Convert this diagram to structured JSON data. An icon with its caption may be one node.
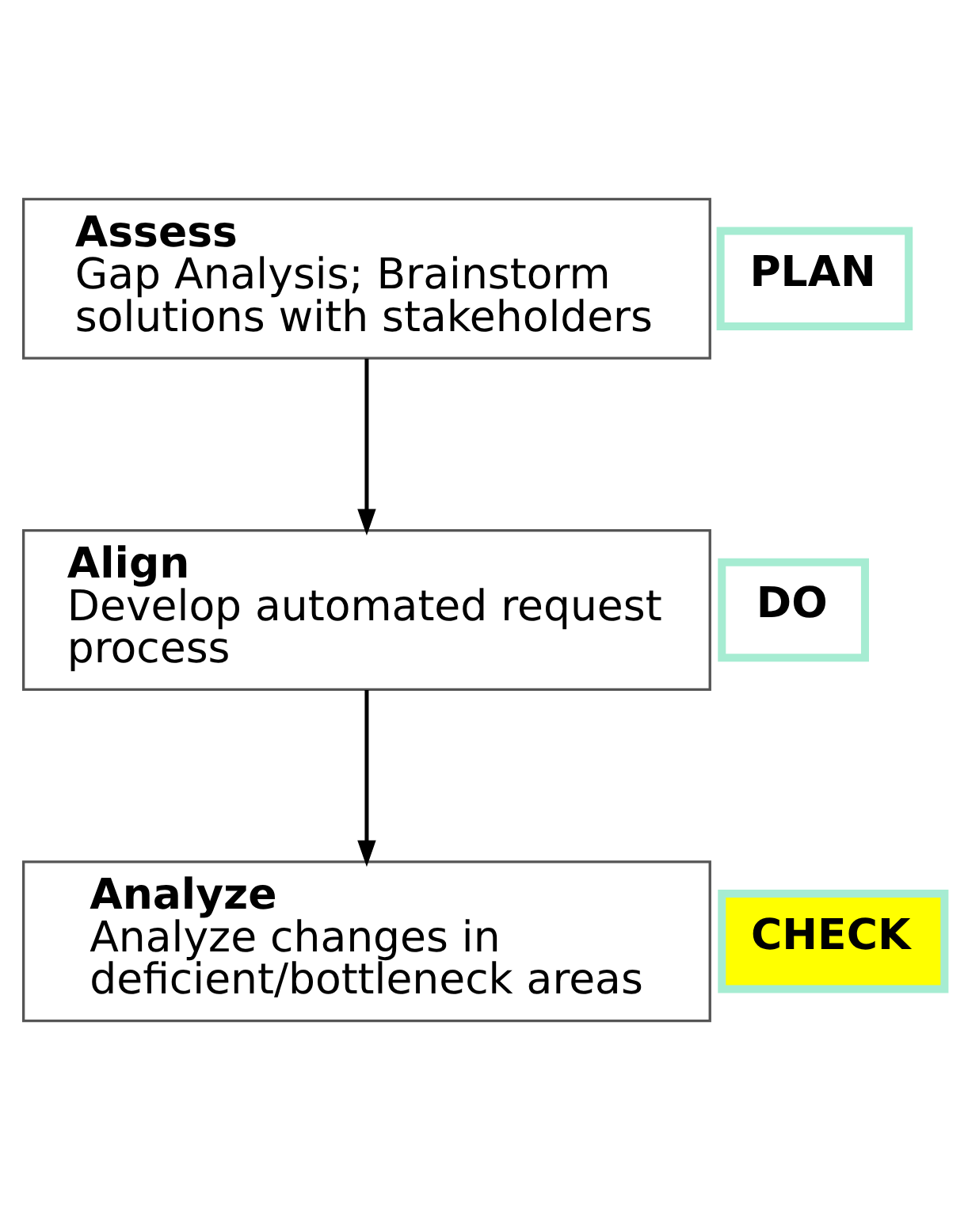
{
  "diagram": {
    "nodes": [
      {
        "text": [
          "Assess",
          "Gap Analysis; Brainstorm solutions with stakeholders"
        ]
      },
      {
        "text": [
          "PLAN"
        ]
      },
      {
        "text": [
          "Align",
          "Develop automated request process"
        ]
      },
      {
        "text": [
          "DO"
        ]
      },
      {
        "text": [
          "Analyze",
          "Analyze changes in deficient/bottleneck areas"
        ]
      },
      {
        "text": [
          "CHECK"
        ]
      }
    ],
    "edges": [
      {
        "from": 0,
        "to": 2,
        "arrow": "to"
      },
      {
        "from": 2,
        "to": 4,
        "arrow": "to"
      }
    ]
  }
}
